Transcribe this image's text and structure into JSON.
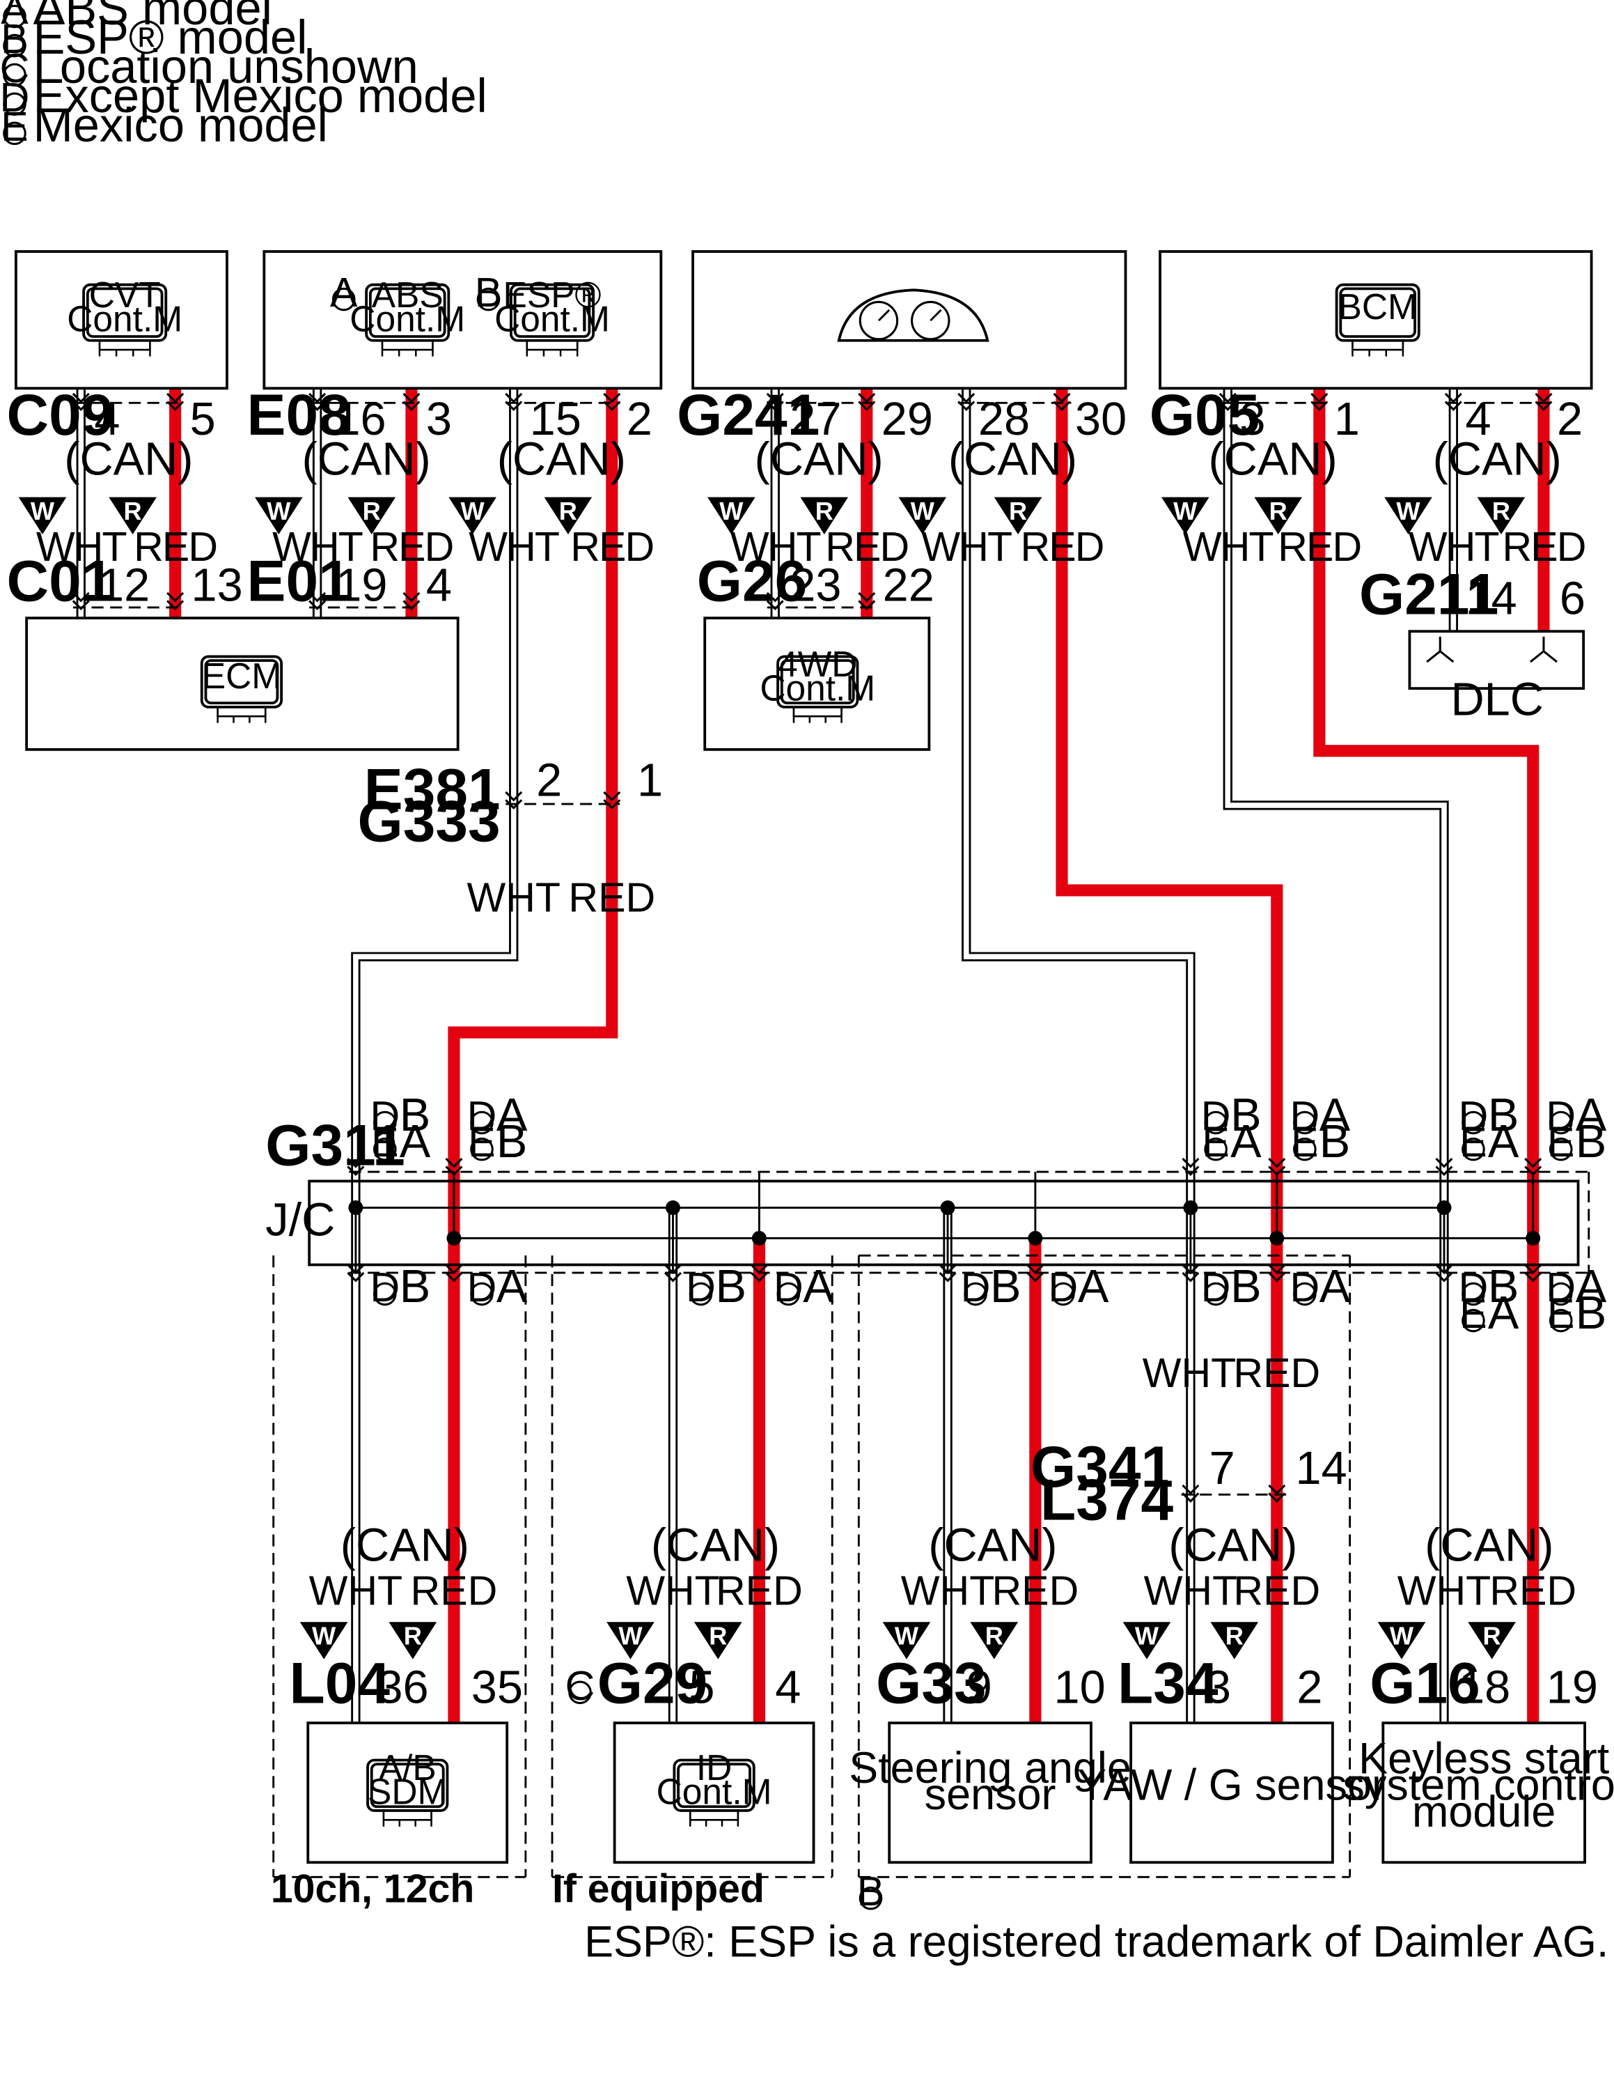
{
  "legend": [
    {
      "mark": "A",
      "text": "ABS model"
    },
    {
      "mark": "B",
      "text": "ESP® model"
    },
    {
      "mark": "C",
      "text": "Location unshown"
    },
    {
      "mark": "D",
      "text": "Except Mexico model"
    },
    {
      "mark": "E",
      "text": "Mexico model"
    }
  ],
  "modules": {
    "cvt": "CVT\nCont.M",
    "abs": "ABS\nCont.M",
    "esp": "ESP®\nCont.M",
    "bcm": "BCM",
    "ecm": "ECM",
    "fwd": "4WD\nCont.M",
    "sdm": "A/B\nSDM",
    "id": "ID\nCont.M",
    "steer": "Steering angle\nsensor",
    "yaw": "YAW / G sensor",
    "keyless": "Keyless start\nsystem control\nmodule",
    "dlc": "DLC"
  },
  "connectors": {
    "C09": "C09",
    "E08": "E08",
    "G241": "G241",
    "G05": "G05",
    "C01": "C01",
    "E01": "E01",
    "G26": "G26",
    "G211": "G211",
    "E381": "E381",
    "G333": "G333",
    "G311": "G311",
    "JC": "J/C",
    "L04": "L04",
    "G29": "G29",
    "G33": "G33",
    "L34": "L34",
    "G16": "G16",
    "G341": "G341",
    "L374": "L374"
  },
  "pins": {
    "c09w": "4",
    "c09r": "5",
    "e08a_w": "16",
    "e08a_r": "3",
    "e08b_w": "15",
    "e08b_r": "2",
    "g241a_w": "27",
    "g241a_r": "29",
    "g241b_w": "28",
    "g241b_r": "30",
    "g05a_w": "3",
    "g05a_r": "1",
    "g05b_w": "4",
    "g05b_r": "2",
    "c01w": "12",
    "c01r": "13",
    "e01w": "19",
    "e01r": "4",
    "g26w": "23",
    "g26r": "22",
    "g211w": "14",
    "g211r": "6",
    "e381w": "2",
    "e381r": "1",
    "g341w": "7",
    "g341r": "14",
    "l04w": "36",
    "l04r": "35",
    "g29w": "5",
    "g29r": "4",
    "g33w": "9",
    "g33r": "10",
    "l34w": "3",
    "l34r": "2",
    "g16w": "18",
    "g16r": "19"
  },
  "labels": {
    "can": "(CAN)",
    "wht": "WHT",
    "red": "RED",
    "w": "W",
    "r": "R"
  },
  "groups": {
    "sdm": "10ch, 12ch",
    "id": "If equipped"
  },
  "footnote": "ESP®: ESP is a registered trademark of Daimler AG.",
  "colors": {
    "red_wire": "#e3000f",
    "white_wire": "#ffffff"
  }
}
